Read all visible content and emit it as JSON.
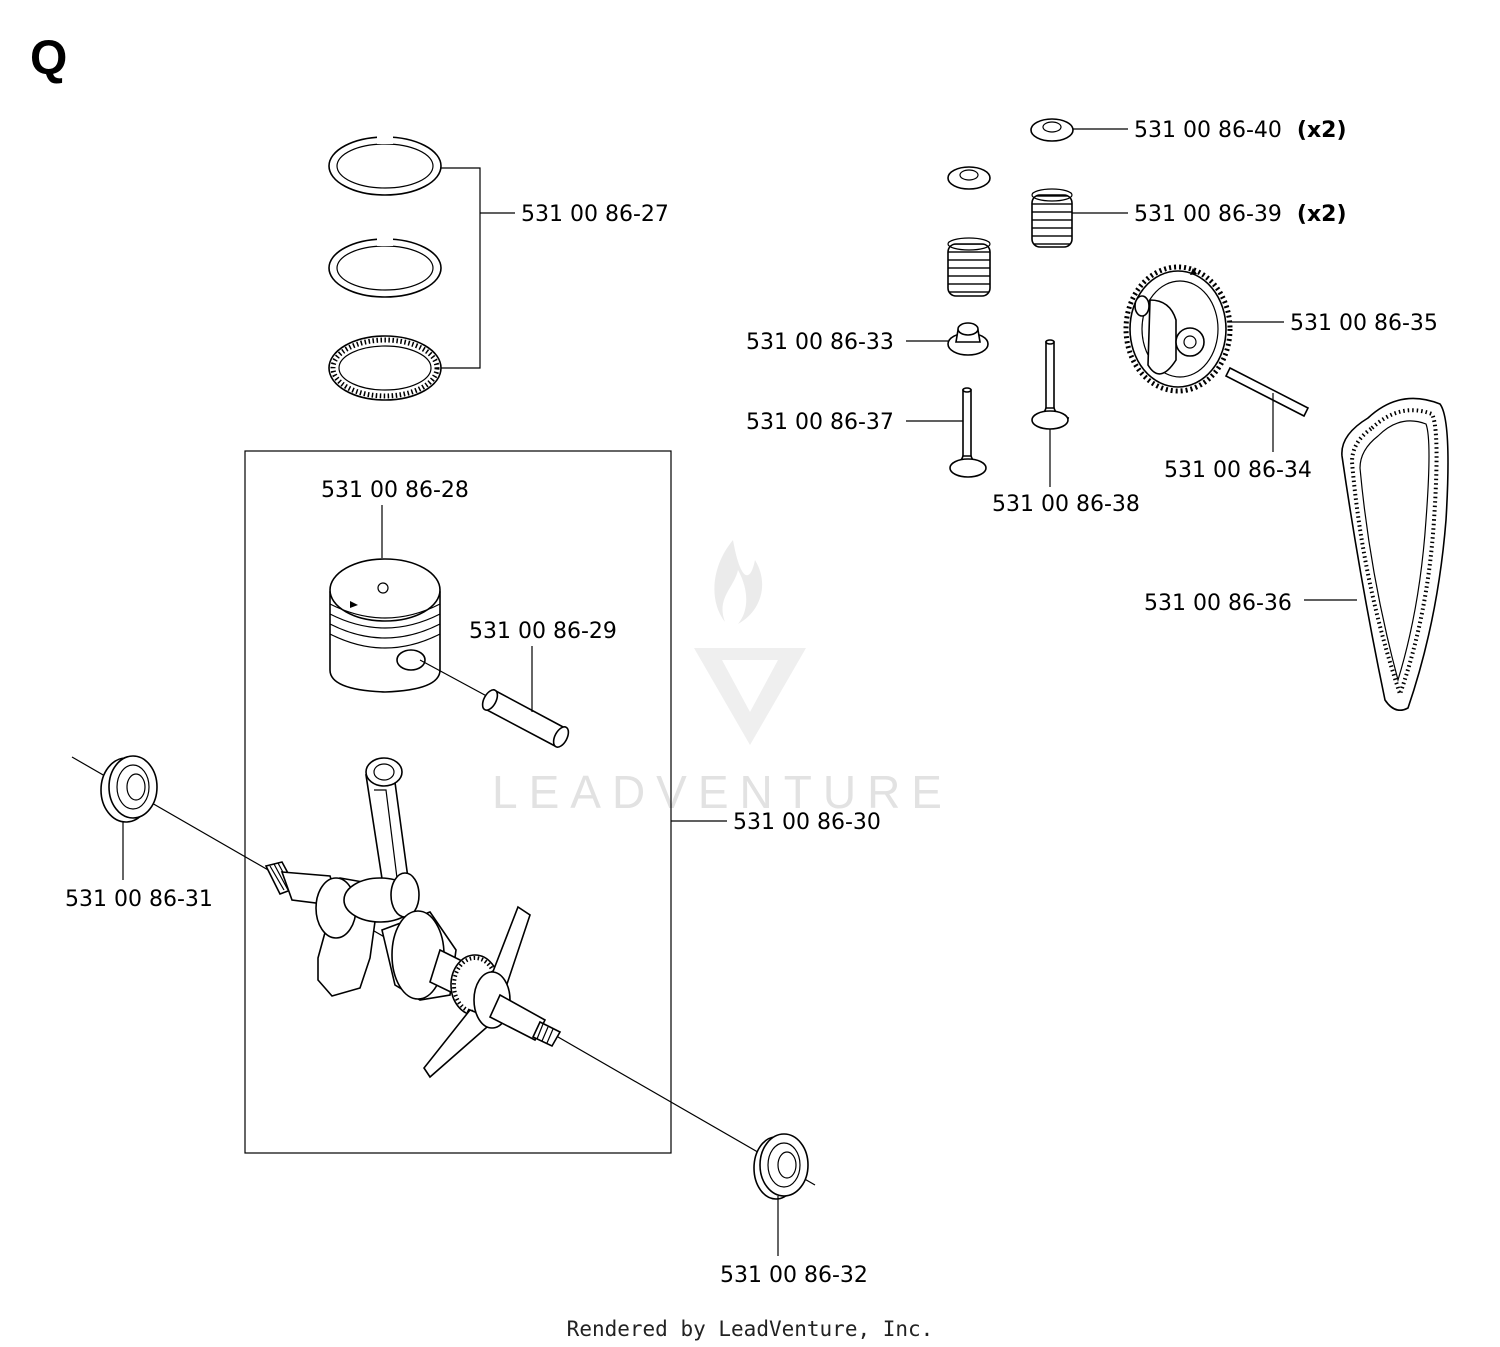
{
  "section_letter": "Q",
  "callouts": [
    {
      "id": "p27",
      "part_no": "531 00 86-27",
      "qty": ""
    },
    {
      "id": "p28",
      "part_no": "531 00 86-28",
      "qty": ""
    },
    {
      "id": "p29",
      "part_no": "531 00 86-29",
      "qty": ""
    },
    {
      "id": "p30",
      "part_no": "531 00 86-30",
      "qty": ""
    },
    {
      "id": "p31",
      "part_no": "531 00 86-31",
      "qty": ""
    },
    {
      "id": "p32",
      "part_no": "531 00 86-32",
      "qty": ""
    },
    {
      "id": "p33",
      "part_no": "531 00 86-33",
      "qty": ""
    },
    {
      "id": "p34",
      "part_no": "531 00 86-34",
      "qty": ""
    },
    {
      "id": "p35",
      "part_no": "531 00 86-35",
      "qty": ""
    },
    {
      "id": "p36",
      "part_no": "531 00 86-36",
      "qty": ""
    },
    {
      "id": "p37",
      "part_no": "531 00 86-37",
      "qty": ""
    },
    {
      "id": "p38",
      "part_no": "531 00 86-38",
      "qty": ""
    },
    {
      "id": "p39",
      "part_no": "531 00 86-39",
      "qty": "(x2)"
    },
    {
      "id": "p40",
      "part_no": "531 00 86-40",
      "qty": "(x2)"
    }
  ],
  "watermark": "LEADVENTURE",
  "footer": "Rendered by LeadVenture, Inc."
}
